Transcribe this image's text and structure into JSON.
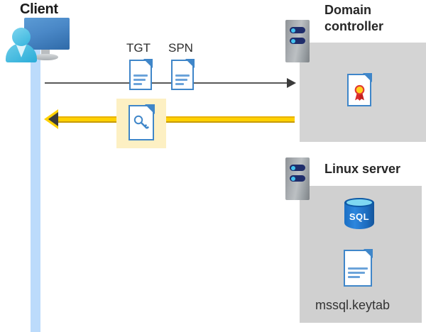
{
  "diagram": {
    "title": "Kerberos authentication flow for SQL Server on Linux",
    "type": "sequence-diagram"
  },
  "actors": {
    "client": {
      "label": "Client",
      "icon": "user-workstation-icon",
      "lifeline_color": "#bcdbfb"
    },
    "domain_controller": {
      "label": "Domain controller",
      "icon": "server-rack-icon",
      "panel_color": "#d4d4d4",
      "contents": [
        {
          "name": "certificate-icon",
          "label": ""
        }
      ]
    },
    "linux_server": {
      "label": "Linux server",
      "icon": "server-rack-icon",
      "panel_color": "#d0d0d0",
      "contents": [
        {
          "name": "sql-database-icon",
          "label": "SQL"
        },
        {
          "name": "keytab-file-icon",
          "label": "mssql.keytab"
        }
      ]
    }
  },
  "messages": [
    {
      "id": "request",
      "direction": "right",
      "color": "#595959",
      "artifacts": [
        {
          "name": "tgt-document-icon",
          "label": "TGT"
        },
        {
          "name": "spn-document-icon",
          "label": "SPN"
        }
      ]
    },
    {
      "id": "response",
      "direction": "left",
      "color": "#ffd100",
      "highlight_color": "#fdf0c3",
      "artifacts": [
        {
          "name": "service-ticket-icon",
          "label": ""
        }
      ]
    }
  ],
  "labels": {
    "client": "Client",
    "domain_controller_line1": "Domain",
    "domain_controller_line2": "controller",
    "linux_server": "Linux server",
    "tgt": "TGT",
    "spn": "SPN",
    "sql": "SQL",
    "keytab_file": "mssql.keytab"
  },
  "colors": {
    "panel_gray": "#d4d4d4",
    "lifeline_blue": "#bcdbfb",
    "arrow_yellow": "#ffd100",
    "arrow_gray": "#595959",
    "highlight_yellow": "#fdf0c3",
    "doc_blue": "#3f86c9",
    "sql_blue": "#1d6cbf",
    "text_dark": "#262626"
  }
}
